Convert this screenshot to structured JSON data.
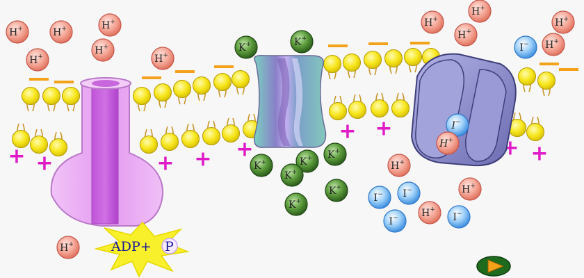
{
  "ions": {
    "h_label": "H",
    "h_charge": "+",
    "k_label": "K",
    "k_charge": "+",
    "i_label": "I",
    "i_charge": "−"
  },
  "atp_label": {
    "adp": "ADP+",
    "p": "P"
  },
  "membrane_charges": {
    "outer": "—",
    "inner": "+"
  },
  "controls": {
    "play_icon": "play-icon"
  },
  "colors": {
    "h_ion": "#f08a7c",
    "k_ion": "#3f8a2a",
    "i_ion": "#5aa8f0",
    "lipid_head": "#f5e50c",
    "pump": "#e08ef0",
    "channel_k": "#7ab7a8",
    "cotransporter": "#8c8cc8",
    "plus_sign": "#e01ac8",
    "minus_sign": "#f3a21a",
    "burst": "#f8f02a"
  }
}
